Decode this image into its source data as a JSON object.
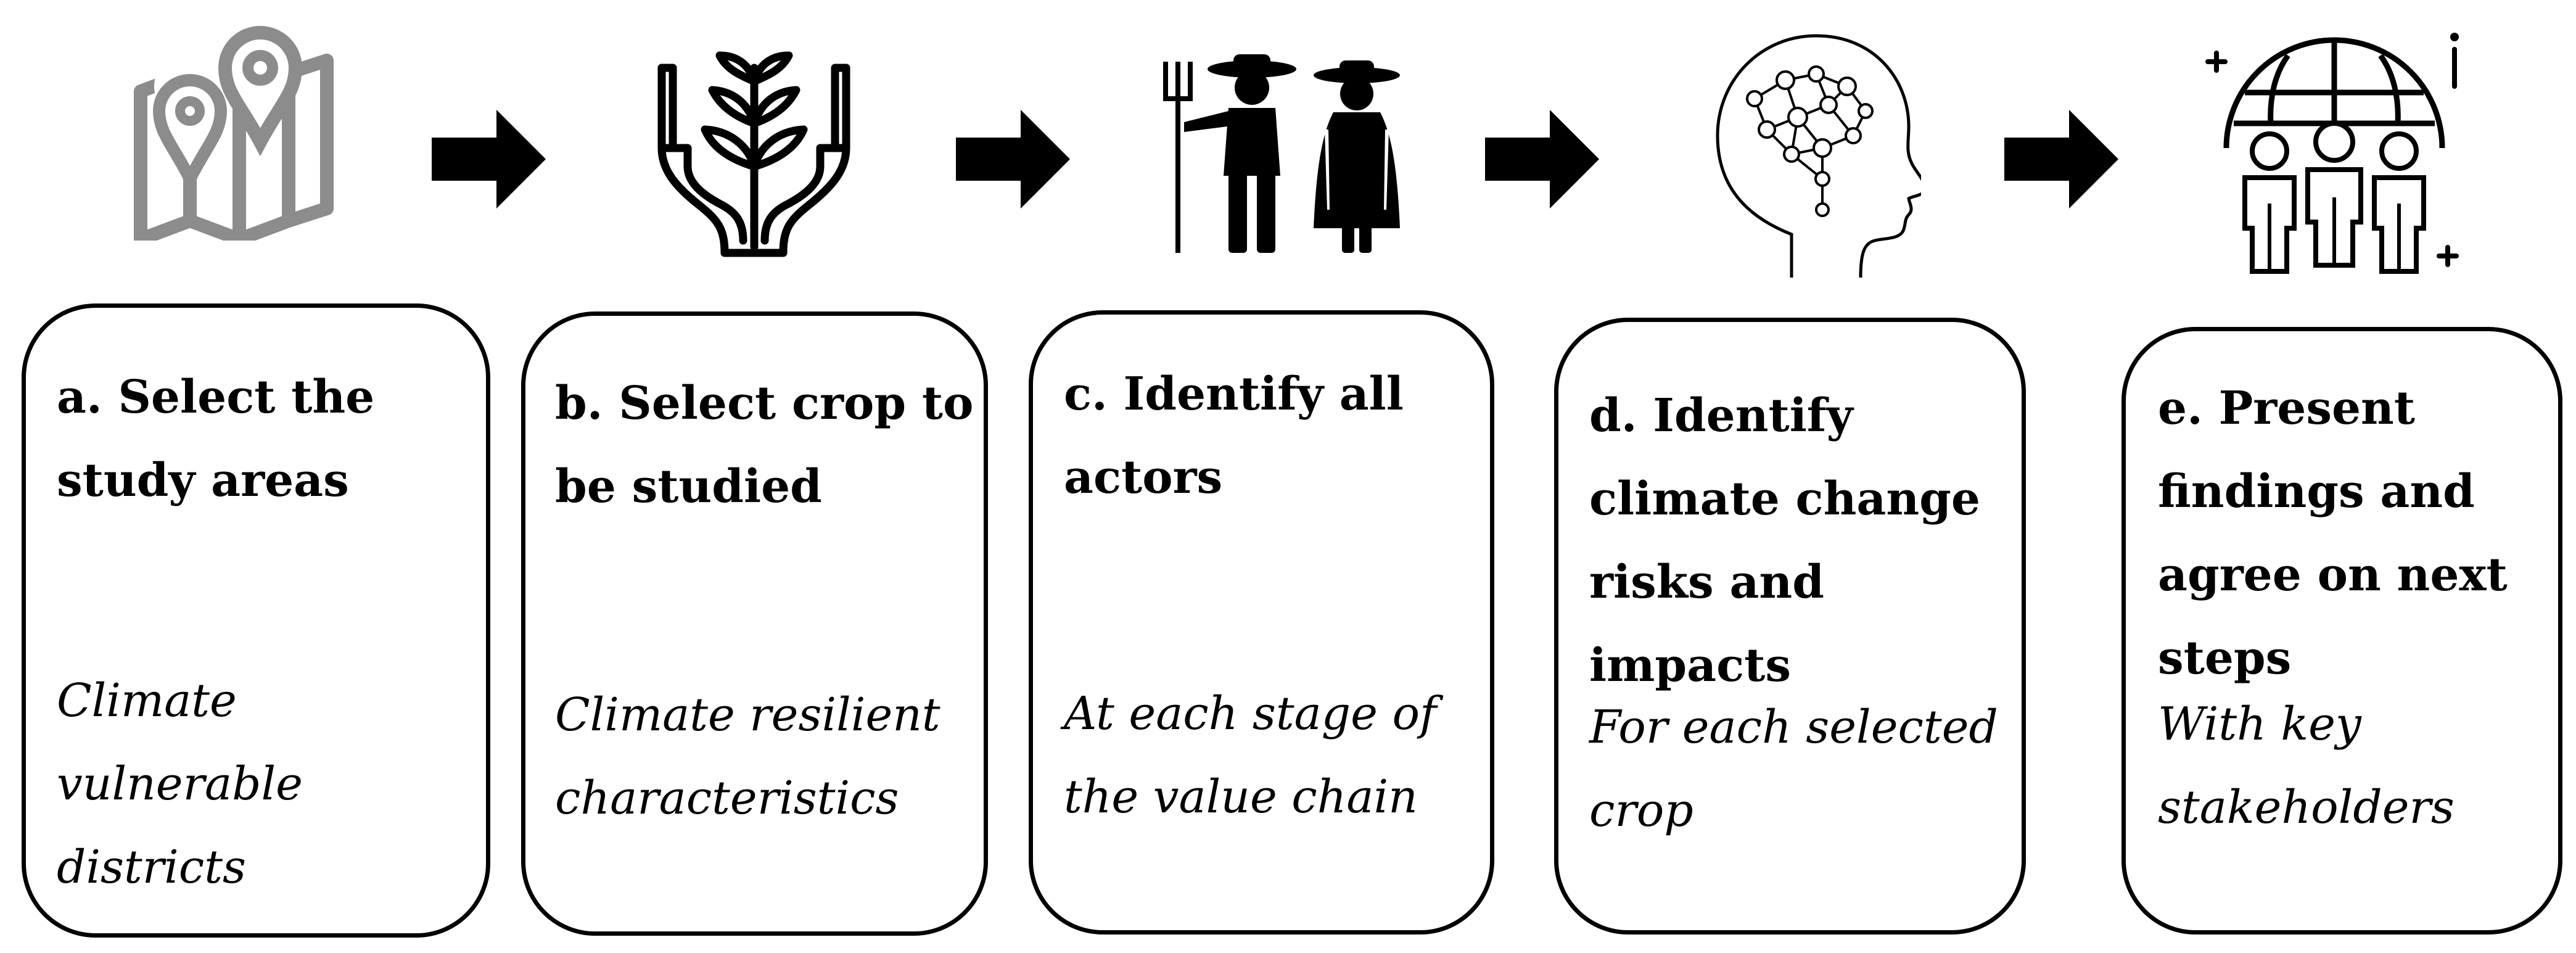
{
  "steps": [
    {
      "id": "a",
      "icon": "map-pin-icon",
      "title": "a. Select the\nstudy areas",
      "subtitle": "Climate vulnerable\ndistricts"
    },
    {
      "id": "b",
      "icon": "hands-plant-icon",
      "title": "b. Select crop to\nbe studied",
      "subtitle": "Climate resilient\ncharacteristics"
    },
    {
      "id": "c",
      "icon": "farmers-icon",
      "title": "c. Identify all\nactors",
      "subtitle": "At each stage of\nthe value chain"
    },
    {
      "id": "d",
      "icon": "head-network-icon",
      "title": "d. Identify\nclimate change\nrisks and impacts",
      "subtitle": "For each selected\ncrop"
    },
    {
      "id": "e",
      "icon": "globe-people-icon",
      "title": "e.   Present\nfindings and\nagree on next\nsteps",
      "subtitle": "With key\nstakeholders"
    }
  ],
  "colors": {
    "border": "#000000",
    "map_icon": "#8c8c8c",
    "background": "#ffffff"
  }
}
